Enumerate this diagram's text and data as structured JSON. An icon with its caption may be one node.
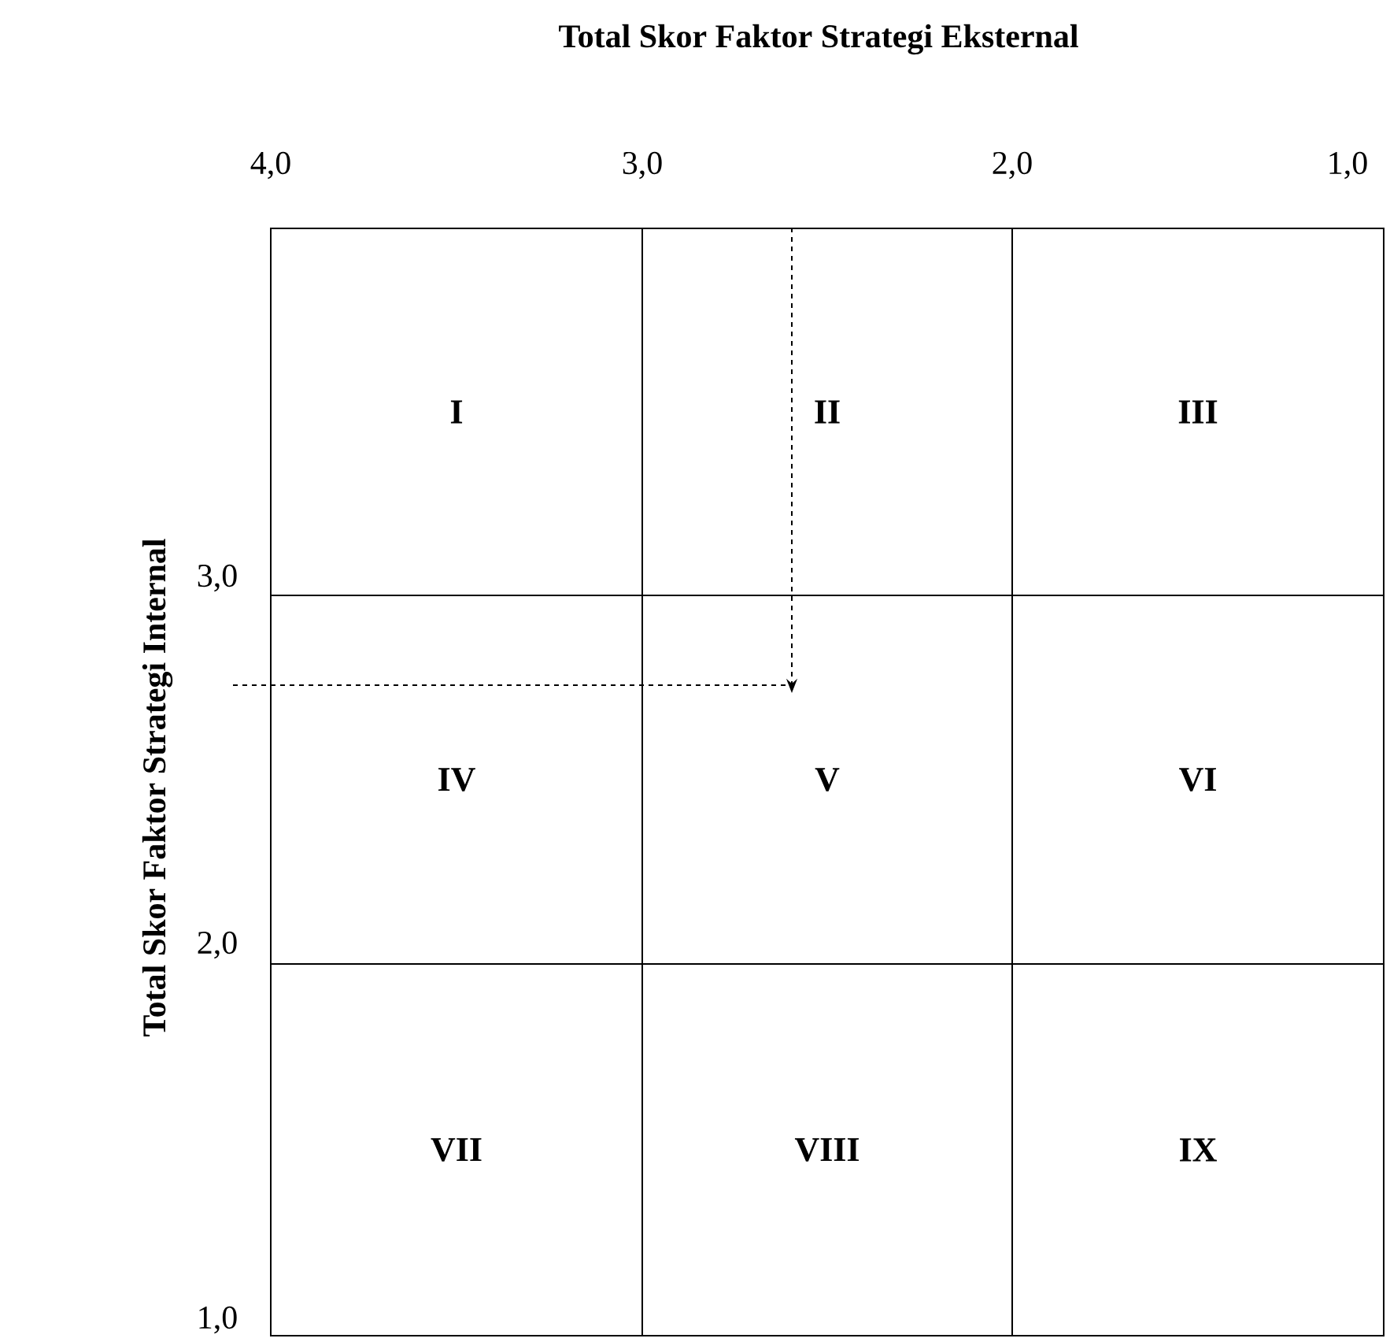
{
  "diagram": {
    "title": "Total Skor Faktor Strategi Eksternal",
    "nodes": [
      {
        "text": [
          "I"
        ]
      },
      {
        "text": [
          "II"
        ]
      },
      {
        "text": [
          "III"
        ]
      },
      {
        "text": [
          "IV"
        ]
      },
      {
        "text": [
          "V"
        ]
      },
      {
        "text": [
          "VI"
        ]
      },
      {
        "text": [
          "VII"
        ]
      },
      {
        "text": [
          "VIII"
        ]
      },
      {
        "text": [
          "IX"
        ]
      }
    ],
    "edges": [
      {
        "from": 1,
        "to": 4,
        "arrow": "to",
        "style": "dashed"
      },
      {
        "from": null,
        "to": 4,
        "arrow": "none",
        "style": "dashed"
      }
    ],
    "labels": [
      "4,0",
      "3,0",
      "2,0",
      "1,0",
      "Total Skor Faktor Strategi Internal",
      "3,0",
      "2,0",
      "1,0"
    ]
  }
}
